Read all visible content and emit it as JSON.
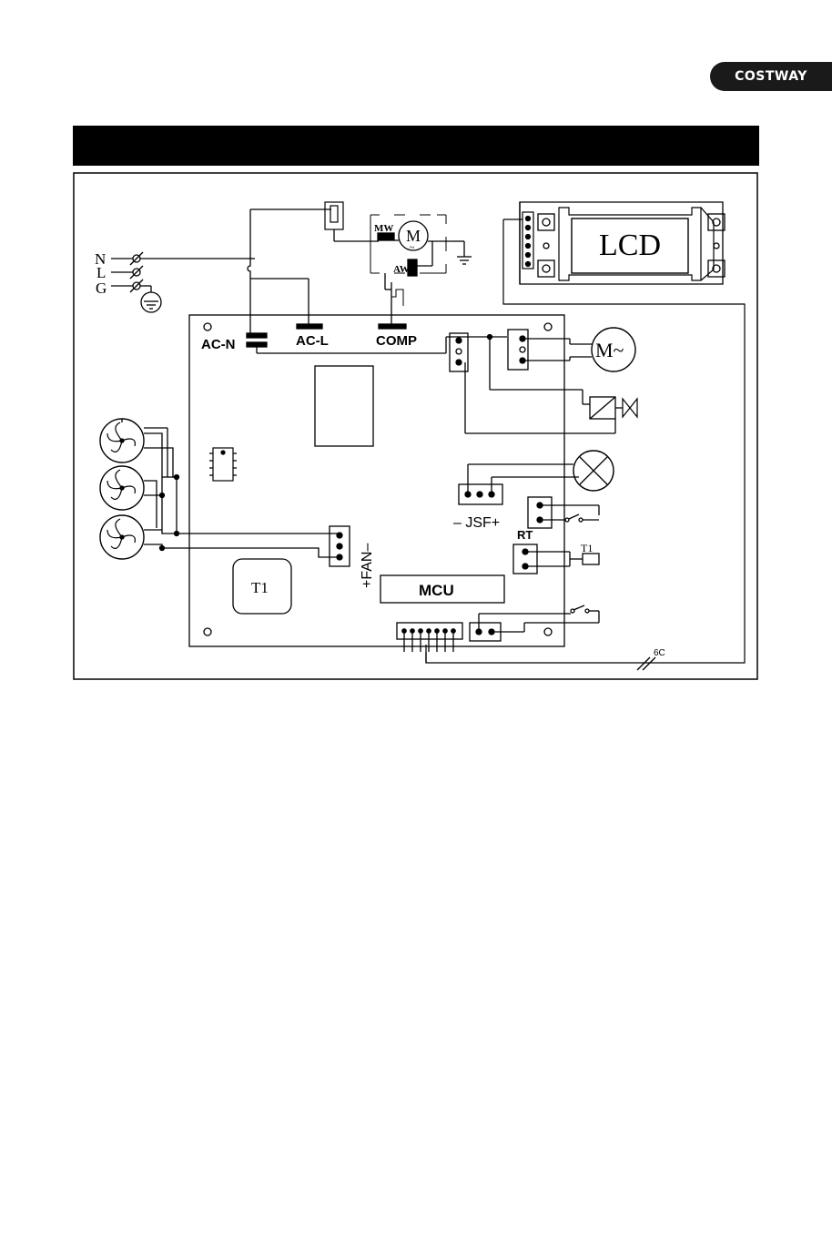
{
  "brand": {
    "text": "COSTWAY"
  },
  "header": {
    "title": ""
  },
  "diagram": {
    "labels": {
      "n": "N",
      "l": "L",
      "g": "G",
      "mw": "MW",
      "motor_m": "M",
      "motor_tilde": "~",
      "aw": "AW",
      "lcd": "LCD",
      "ac_n": "AC-N",
      "ac_l": "AC-L",
      "comp": "COMP",
      "pump_motor": "M~",
      "jsf": "– JSF+",
      "fan": "+FAN–",
      "rt": "RT",
      "t1_sensor": "T1",
      "t1_transformer": "T1",
      "mcu": "MCU",
      "cable": "6C"
    }
  }
}
